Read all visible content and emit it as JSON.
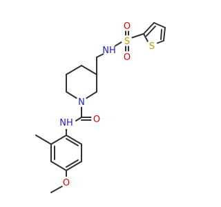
{
  "structure": {
    "atoms": [
      {
        "id": "thio_S",
        "label": "S",
        "color": "#b8a000"
      },
      {
        "id": "sulf_S",
        "label": "S",
        "color": "#b8a000"
      },
      {
        "id": "sulf_O1",
        "label": "O",
        "color": "#e00000"
      },
      {
        "id": "sulf_O2",
        "label": "O",
        "color": "#e00000"
      },
      {
        "id": "sulf_NH",
        "label": "NH",
        "color": "#2020d0"
      },
      {
        "id": "pip_N",
        "label": "N",
        "color": "#2020d0"
      },
      {
        "id": "amide_O",
        "label": "O",
        "color": "#e00000"
      },
      {
        "id": "amide_NH",
        "label": "NH",
        "color": "#2020d0"
      },
      {
        "id": "ether_O",
        "label": "O",
        "color": "#e00000"
      }
    ],
    "bond_color": "#303030",
    "background": "#ffffff"
  }
}
